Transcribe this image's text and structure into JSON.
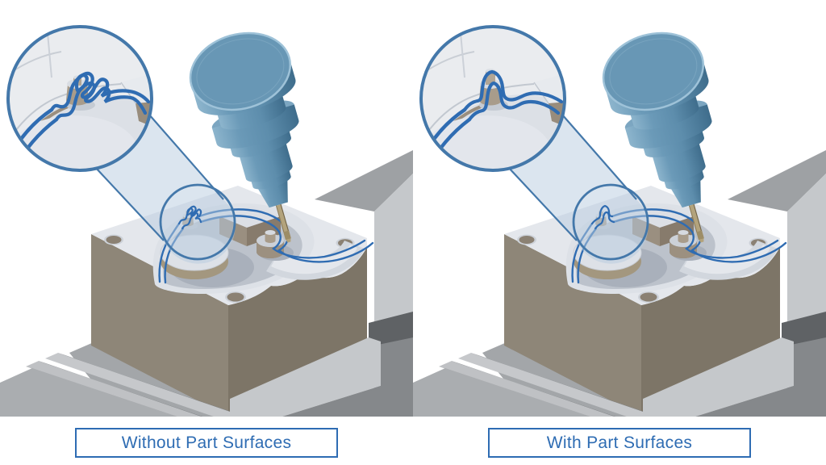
{
  "figure": {
    "kind": "cam-toolpath-comparison-illustration",
    "background": "#ffffff"
  },
  "panels": [
    {
      "id": "without-part-surfaces",
      "caption": "Without Part Surfaces",
      "toolpath_detail": "looping gouge over the small boss"
    },
    {
      "id": "with-part-surfaces",
      "caption": "With Part Surfaces",
      "toolpath_detail": "smooth detour around the small boss"
    }
  ],
  "palette": {
    "caption_blue": "#2e6cb3",
    "callout_stroke": "#4478aa",
    "toolpath_blue": "#2f6cb2",
    "lens_tint": "rgba(183,204,224,0.5)",
    "spindle_steel": "#6897b5",
    "spindle_dark": "#44708e",
    "tool_shank_tan": "#b3a37c",
    "workpiece_top": "#e4e7ec",
    "workpiece_left_face": "#8e8678",
    "workpiece_right_face": "#7d7567",
    "pocket_floor": "#bcc2cb",
    "boss_tan": "#a3977f",
    "vise_light": "#c5c8cb",
    "vise_mid": "#9ea1a4",
    "vise_dark": "#5f6265"
  }
}
